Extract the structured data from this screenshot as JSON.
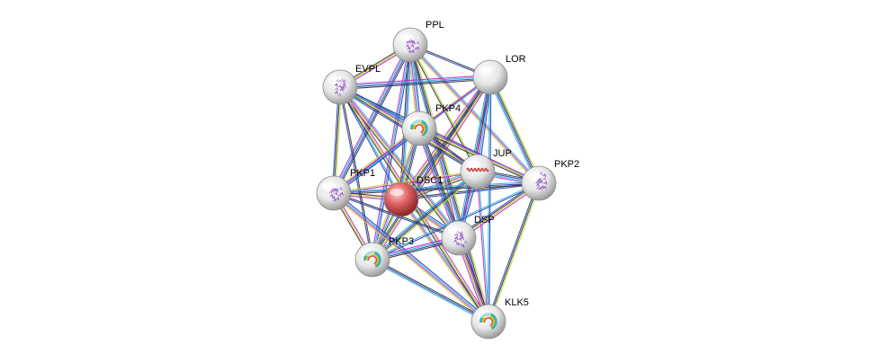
{
  "network": {
    "query_protein": "DSC1",
    "nodes": [
      {
        "id": "DSC1",
        "label": "DSC1",
        "color": "#e05a5a",
        "query": true,
        "structure": "none"
      },
      {
        "id": "PPL",
        "label": "PPL",
        "color": "#f2f2f2",
        "query": false,
        "structure": "purple"
      },
      {
        "id": "LOR",
        "label": "LOR",
        "color": "#f2f2f2",
        "query": false,
        "structure": "none"
      },
      {
        "id": "EVPL",
        "label": "EVPL",
        "color": "#f2f2f2",
        "query": false,
        "structure": "purple"
      },
      {
        "id": "PKP4",
        "label": "PKP4",
        "color": "#f2f2f2",
        "query": false,
        "structure": "rainbow"
      },
      {
        "id": "JUP",
        "label": "JUP",
        "color": "#f2f2f2",
        "query": false,
        "structure": "red-helix"
      },
      {
        "id": "PKP2",
        "label": "PKP2",
        "color": "#f2f2f2",
        "query": false,
        "structure": "purple"
      },
      {
        "id": "PKP1",
        "label": "PKP1",
        "color": "#f2f2f2",
        "query": false,
        "structure": "purple"
      },
      {
        "id": "DSP",
        "label": "DSP",
        "color": "#f2f2f2",
        "query": false,
        "structure": "purple"
      },
      {
        "id": "PKP3",
        "label": "PKP3",
        "color": "#f2f2f2",
        "query": false,
        "structure": "rainbow"
      },
      {
        "id": "KLK5",
        "label": "KLK5",
        "color": "#f2f2f2",
        "query": false,
        "structure": "rainbow"
      }
    ],
    "evidence_colors": {
      "database": "#28b4d8",
      "experimental": "#cc22cc",
      "textmining": "#b8d82a",
      "coexpression": "#333333",
      "homology": "#2a3fb8"
    }
  }
}
